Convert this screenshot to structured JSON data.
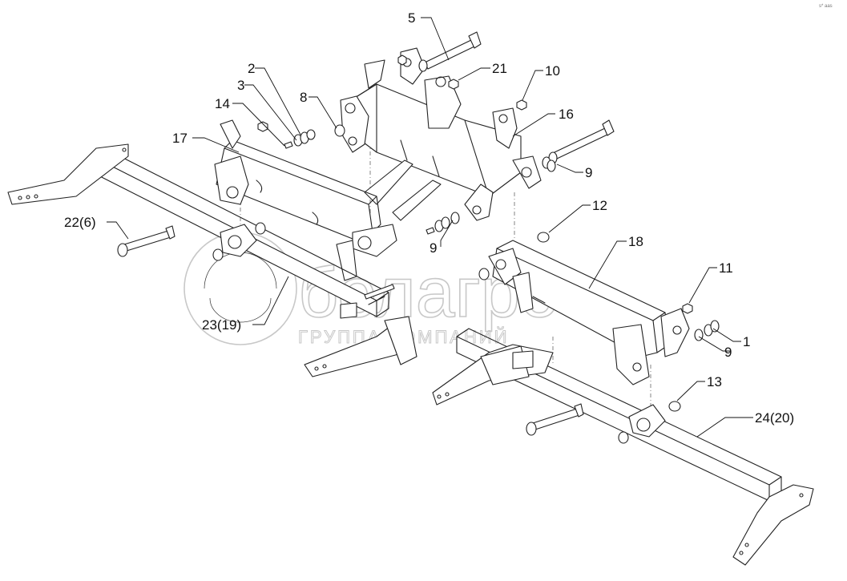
{
  "corner_mark": "s* aas",
  "watermark": {
    "brand": "белагро",
    "subtitle": "ГРУППА КОМПАНИЙ"
  },
  "callouts": [
    {
      "id": "c5",
      "text": "5"
    },
    {
      "id": "c21",
      "text": "21"
    },
    {
      "id": "c10",
      "text": "10"
    },
    {
      "id": "c2",
      "text": "2"
    },
    {
      "id": "c3",
      "text": "3"
    },
    {
      "id": "c14",
      "text": "14"
    },
    {
      "id": "c8",
      "text": "8"
    },
    {
      "id": "c16",
      "text": "16"
    },
    {
      "id": "c17",
      "text": "17"
    },
    {
      "id": "c9a",
      "text": "9"
    },
    {
      "id": "c9b",
      "text": "9"
    },
    {
      "id": "c9c",
      "text": "9"
    },
    {
      "id": "c22",
      "text": "22(6)"
    },
    {
      "id": "c12",
      "text": "12"
    },
    {
      "id": "c18",
      "text": "18"
    },
    {
      "id": "c11",
      "text": "11"
    },
    {
      "id": "c1",
      "text": "1"
    },
    {
      "id": "c23",
      "text": "23(19)"
    },
    {
      "id": "c13",
      "text": "13"
    },
    {
      "id": "c24",
      "text": "24(20)"
    }
  ]
}
